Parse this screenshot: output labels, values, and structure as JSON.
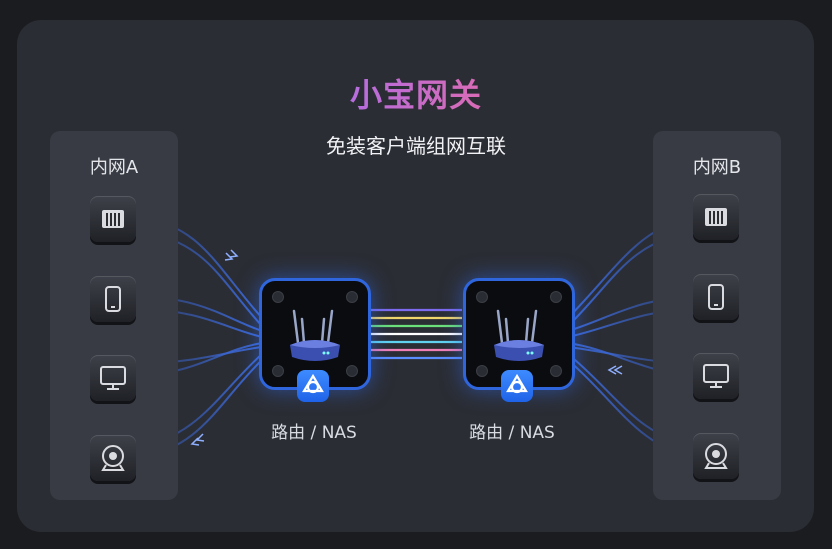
{
  "header": {
    "title": "小宝网关",
    "subtitle": "免装客户端组网互联"
  },
  "networks": [
    {
      "label": "内网A",
      "devices": [
        "nas-server-icon",
        "phone-icon",
        "monitor-icon",
        "webcam-icon"
      ]
    },
    {
      "label": "内网B",
      "devices": [
        "nas-server-icon",
        "phone-icon",
        "monitor-icon",
        "webcam-icon"
      ]
    }
  ],
  "gateways": [
    {
      "label": "路由 / NAS",
      "icon": "router-icon",
      "badge_icon": "xiaobao-logo-icon"
    },
    {
      "label": "路由 / NAS",
      "icon": "router-icon",
      "badge_icon": "xiaobao-logo-icon"
    }
  ],
  "colors": {
    "title_gradient": [
      "#6b6bff",
      "#a76ef0",
      "#e86aa4",
      "#ff8c3a"
    ],
    "accent_blue": "#2f66dd",
    "card_bg": "#2b2d34",
    "panel_bg": "#383b43"
  }
}
